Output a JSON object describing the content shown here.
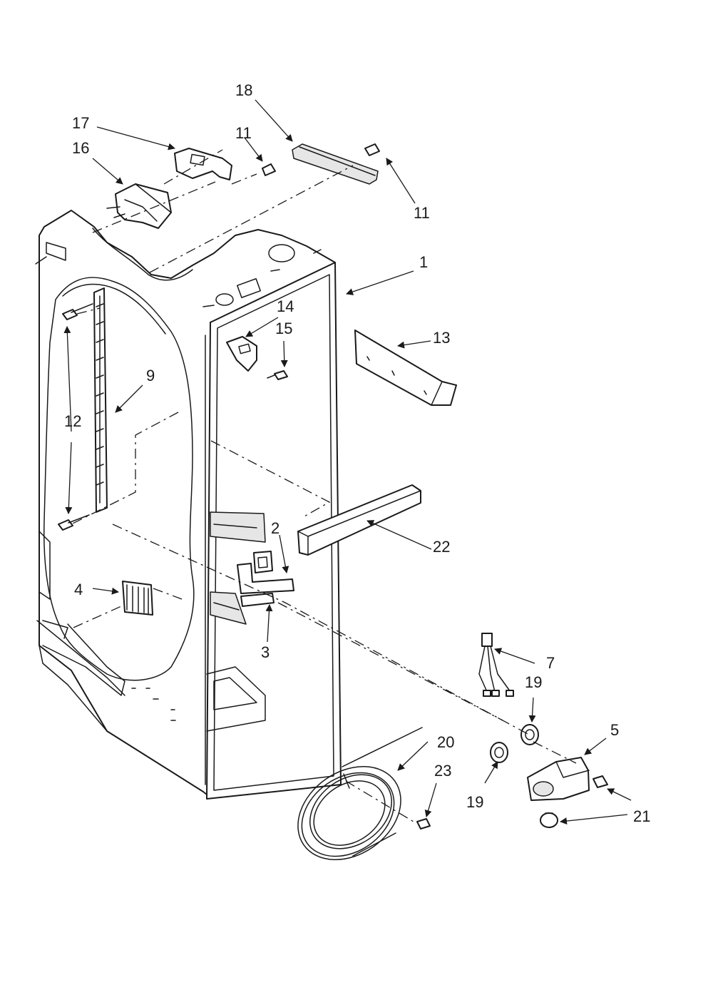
{
  "diagram": {
    "labels": {
      "l1": "1",
      "l2": "2",
      "l3": "3",
      "l4": "4",
      "l5": "5",
      "l7": "7",
      "l9": "9",
      "l11a": "11",
      "l11b": "11",
      "l12": "12",
      "l13": "13",
      "l14": "14",
      "l15": "15",
      "l16": "16",
      "l17": "17",
      "l18": "18",
      "l19a": "19",
      "l19b": "19",
      "l20": "20",
      "l21": "21",
      "l22": "22",
      "l23": "23"
    }
  }
}
